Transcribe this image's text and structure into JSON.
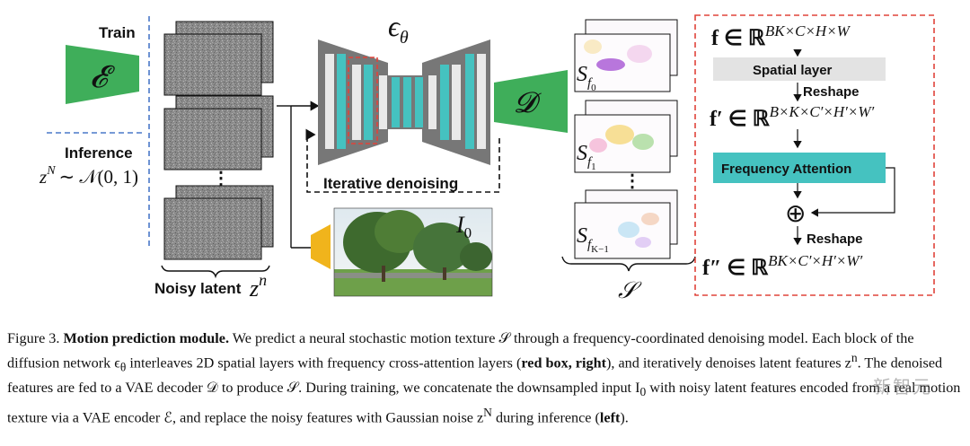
{
  "figure": {
    "train_label": "Train",
    "inference_label": "Inference",
    "encoder_symbol": "𝓔",
    "decoder_symbol": "𝓓",
    "noise_math": "z",
    "noise_sup": "N",
    "noise_dist": "∼ 𝒩(0, 1)",
    "unet_symbol": "ϵ",
    "unet_sub": "θ",
    "iterative_label": "Iterative denoising",
    "noisy_latent_label": "Noisy latent",
    "latent_math": "z",
    "latent_sup": "n",
    "image_label": "I",
    "image_sub": "0",
    "texture_S": "S",
    "texture_sub_0": "f",
    "texture_sub_0b": "0",
    "texture_sub_1": "f",
    "texture_sub_1b": "1",
    "texture_sub_k": "f",
    "texture_sub_kb": "K−1",
    "texture_set": "𝒮",
    "dots": "⋮",
    "panel": {
      "eq1": "f ∈ ℝ",
      "eq1_sup": "BK×C×H×W",
      "spatial_layer": "Spatial layer",
      "reshape1": "Reshape",
      "eq2": "f′ ∈ ℝ",
      "eq2_sup": "B×K×C′×H′×W′",
      "freq_attention": "Frequency Attention",
      "plus": "⊕",
      "reshape2": "Reshape",
      "eq3": "f″ ∈ ℝ",
      "eq3_sup": "BK×C′×H′×W′"
    },
    "colors": {
      "encoder_green": "#3fae5a",
      "teal": "#45c2c0",
      "unet_gray": "#777777",
      "red_dash": "#e0433a",
      "yellow": "#f0b41c",
      "blue_dash": "#4a78c8"
    }
  },
  "caption": {
    "fig_num": "Figure 3.",
    "title": "Motion prediction module.",
    "s1": " We predict a neural stochastic motion texture 𝒮 through a frequency-coordinated denoising model. Each block of the diffusion network ϵ",
    "s1_sub": "θ",
    "s2": " interleaves 2D spatial layers with frequency cross-attention layers (",
    "red_box": "red box, right",
    "s3": "), and iteratively denoises latent features z",
    "s3_sup": "n",
    "s4": ". The denoised features are fed to a VAE decoder 𝒟 to produce 𝒮. During training, we concatenate the downsampled input I",
    "s4_sub": "0",
    "s5": " with noisy latent features encoded from a real motion texture via a VAE encoder ℰ, and replace the noisy features with Gaussian noise z",
    "s5_sup": "N",
    "s6": " during inference (",
    "left": "left",
    "s7": ")."
  },
  "watermark": "新智元"
}
